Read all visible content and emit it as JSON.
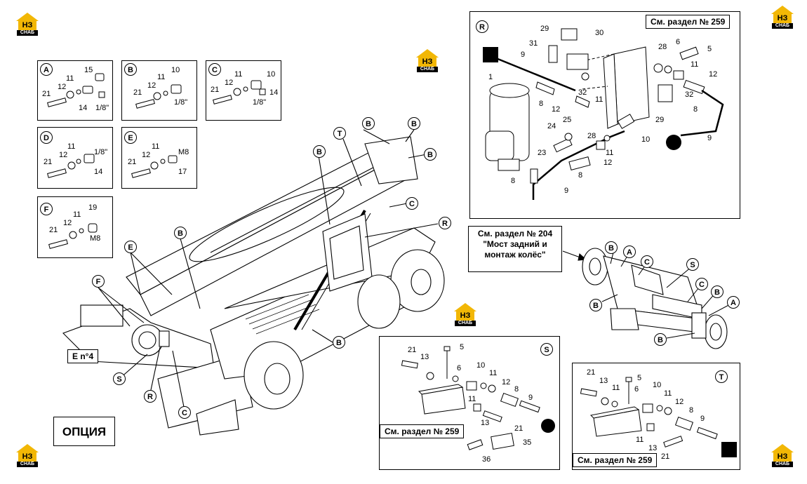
{
  "logo": {
    "top": "НЗ",
    "bottom": "СНАБ"
  },
  "option_label": "ОПЦИЯ",
  "main_callouts": [
    {
      "letter": "T"
    },
    {
      "letter": "B"
    },
    {
      "letter": "B"
    },
    {
      "letter": "B"
    },
    {
      "letter": "B"
    },
    {
      "letter": "C"
    },
    {
      "letter": "R"
    },
    {
      "letter": "B"
    },
    {
      "letter": "E"
    },
    {
      "letter": "F"
    },
    {
      "letter": "S"
    },
    {
      "letter": "R"
    },
    {
      "letter": "C"
    },
    {
      "letter": "B"
    }
  ],
  "main_tag": "E n°4",
  "detail_A": {
    "letter": "A",
    "parts": [
      "15",
      "11",
      "12",
      "21",
      "14",
      "1/8\""
    ]
  },
  "detail_B": {
    "letter": "B",
    "parts": [
      "10",
      "11",
      "12",
      "21",
      "1/8\""
    ]
  },
  "detail_C": {
    "letter": "C",
    "parts": [
      "10",
      "11",
      "12",
      "21",
      "14",
      "1/8\""
    ]
  },
  "detail_D": {
    "letter": "D",
    "parts": [
      "11",
      "1/8\"",
      "12",
      "21",
      "14"
    ]
  },
  "detail_E": {
    "letter": "E",
    "parts": [
      "11",
      "M8",
      "12",
      "21",
      "17"
    ]
  },
  "detail_F": {
    "letter": "F",
    "parts": [
      "19",
      "11",
      "12",
      "21",
      "M8"
    ]
  },
  "detail_R": {
    "letter": "R",
    "ref": "См. раздел № 259",
    "parts": [
      "29",
      "30",
      "31",
      "9",
      "28",
      "6",
      "5",
      "11",
      "12",
      "1",
      "32",
      "8",
      "12",
      "11",
      "32",
      "8",
      "29",
      "24",
      "25",
      "28",
      "10",
      "23",
      "8",
      "11",
      "12",
      "8",
      "9",
      "9"
    ]
  },
  "axle": {
    "ref_lines": [
      "См. раздел № 204",
      "\"Мост задний и",
      "монтаж колёс\""
    ],
    "callouts": [
      {
        "letter": "B"
      },
      {
        "letter": "A"
      },
      {
        "letter": "C"
      },
      {
        "letter": "S"
      },
      {
        "letter": "C"
      },
      {
        "letter": "B"
      },
      {
        "letter": "A"
      },
      {
        "letter": "B"
      },
      {
        "letter": "B"
      }
    ]
  },
  "detail_S": {
    "letter": "S",
    "ref": "См. раздел № 259",
    "parts": [
      "21",
      "5",
      "13",
      "6",
      "10",
      "11",
      "12",
      "8",
      "9",
      "11",
      "13",
      "21",
      "35",
      "36"
    ]
  },
  "detail_T": {
    "letter": "T",
    "ref": "См. раздел № 259",
    "parts": [
      "21",
      "5",
      "13",
      "11",
      "6",
      "10",
      "11",
      "12",
      "8",
      "9",
      "11",
      "13",
      "21"
    ]
  }
}
